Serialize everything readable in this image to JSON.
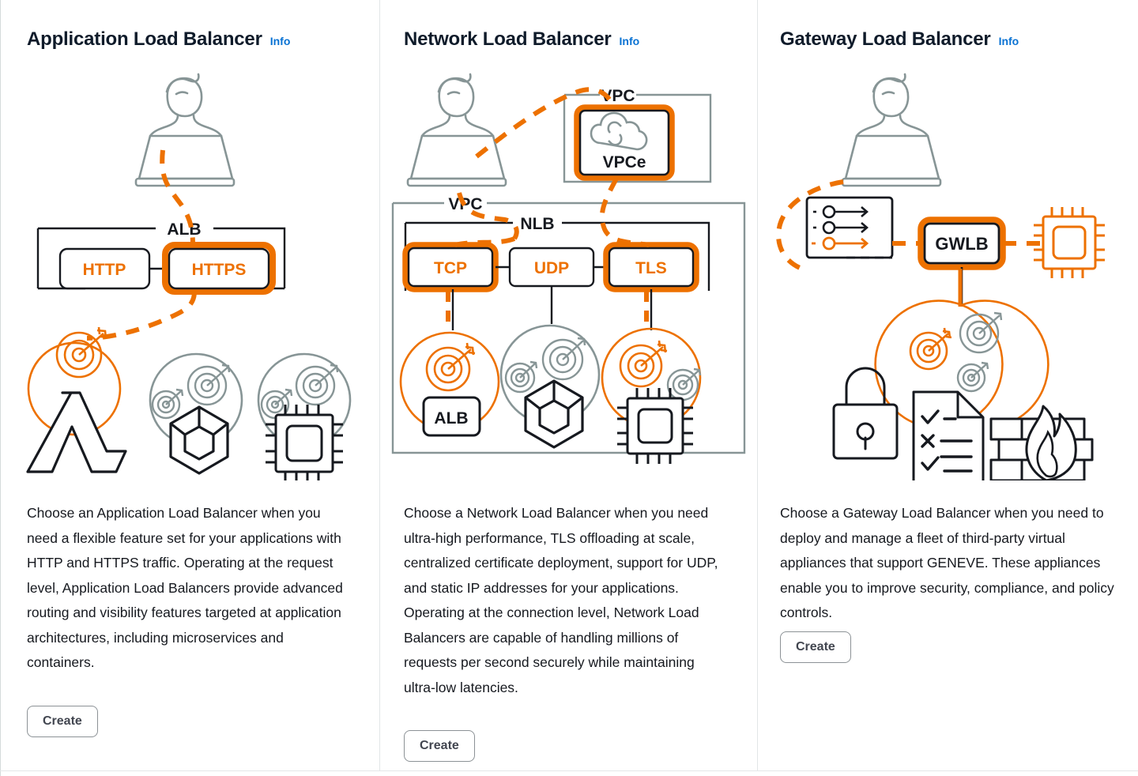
{
  "colors": {
    "aws_orange": "#ed7100",
    "info_blue": "#0972d3",
    "icon_gray": "#879596",
    "outline_dark": "#16191f",
    "divider": "#e2e6e7",
    "button_border": "#8c9296",
    "button_text": "#424650"
  },
  "columns": [
    {
      "id": "application-load-balancer",
      "title": "Application Load Balancer",
      "info_label": "Info",
      "description": "Choose an Application Load Balancer when you need a flexible feature set for your applications with HTTP and HTTPS traffic. Operating at the request level, Application Load Balancers provide advanced routing and visibility features targeted at application architectures, including microservices and containers.",
      "create_label": "Create",
      "diagram": {
        "container_label": "ALB",
        "listeners": [
          {
            "label": "HTTP",
            "highlighted": false
          },
          {
            "label": "HTTPS",
            "highlighted": true
          }
        ],
        "targets": [
          {
            "icon": "lambda-icon",
            "highlighted": true
          },
          {
            "icon": "container-icon",
            "highlighted": false
          },
          {
            "icon": "ec2-chip-icon",
            "highlighted": false
          }
        ],
        "client_icon": "user-at-laptop-icon"
      }
    },
    {
      "id": "network-load-balancer",
      "title": "Network Load Balancer",
      "info_label": "Info",
      "description": "Choose a Network Load Balancer when you need ultra-high performance, TLS offloading at scale, centralized certificate deployment, support for UDP, and static IP addresses for your applications. Operating at the connection level, Network Load Balancers are capable of handling millions of requests per second securely while maintaining ultra-low latencies.",
      "create_label": "Create",
      "diagram": {
        "vpc_label": "VPC",
        "vpce_vpc_label": "VPC",
        "vpce_label": "VPCe",
        "vpce_highlighted": true,
        "container_label": "NLB",
        "listeners": [
          {
            "label": "TCP",
            "highlighted": true
          },
          {
            "label": "UDP",
            "highlighted": false
          },
          {
            "label": "TLS",
            "highlighted": true
          }
        ],
        "targets": [
          {
            "icon": "alb-box-icon",
            "label": "ALB",
            "highlighted": true
          },
          {
            "icon": "container-icon",
            "label": "",
            "highlighted": false
          },
          {
            "icon": "ec2-chip-icon",
            "label": "",
            "highlighted": true
          }
        ],
        "client_icon": "user-at-laptop-icon"
      }
    },
    {
      "id": "gateway-load-balancer",
      "title": "Gateway Load Balancer",
      "info_label": "Info",
      "description": "Choose a Gateway Load Balancer when you need to deploy and manage a fleet of third-party virtual appliances that support GENEVE. These appliances enable you to improve security, compliance, and policy controls.",
      "create_label": "Create",
      "diagram": {
        "route_table_icon": "route-table-icon",
        "route_table_routes": 3,
        "route_table_highlighted_index": 2,
        "gwlb_label": "GWLB",
        "gwlb_highlighted": true,
        "destination_icon": "ec2-chip-icon",
        "destination_highlighted": true,
        "appliance_icons": [
          "padlock-icon",
          "compliance-checklist-icon",
          "firewall-icon"
        ],
        "client_icon": "user-at-laptop-icon"
      }
    }
  ]
}
